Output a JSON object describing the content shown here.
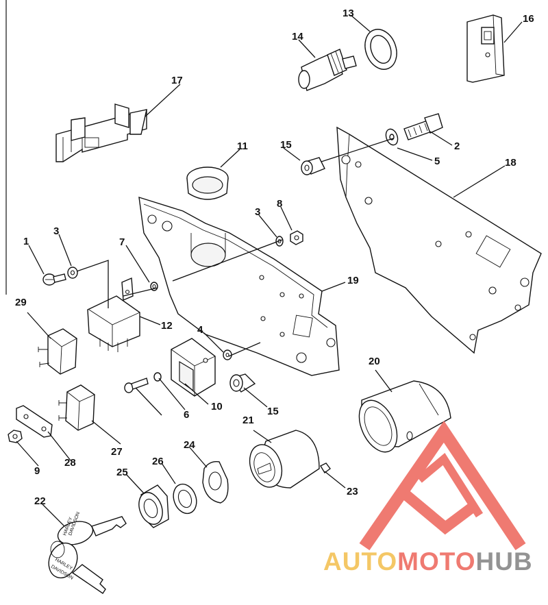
{
  "diagram": {
    "callouts": [
      "1",
      "2",
      "3",
      "3",
      "4",
      "5",
      "6",
      "7",
      "8",
      "9",
      "10",
      "11",
      "12",
      "13",
      "14",
      "15",
      "15",
      "16",
      "17",
      "18",
      "19",
      "20",
      "21",
      "22",
      "23",
      "24",
      "25",
      "26",
      "27",
      "28",
      "29"
    ],
    "key_text": [
      "HARLEY",
      "DAVIDSON"
    ]
  },
  "watermark": {
    "part1": "AUTO",
    "part2": "MOTO",
    "part3": "HUB",
    "colors": {
      "auto": "#f4c35a",
      "moto": "#ee6f66",
      "hub": "#8a8a8a"
    }
  }
}
